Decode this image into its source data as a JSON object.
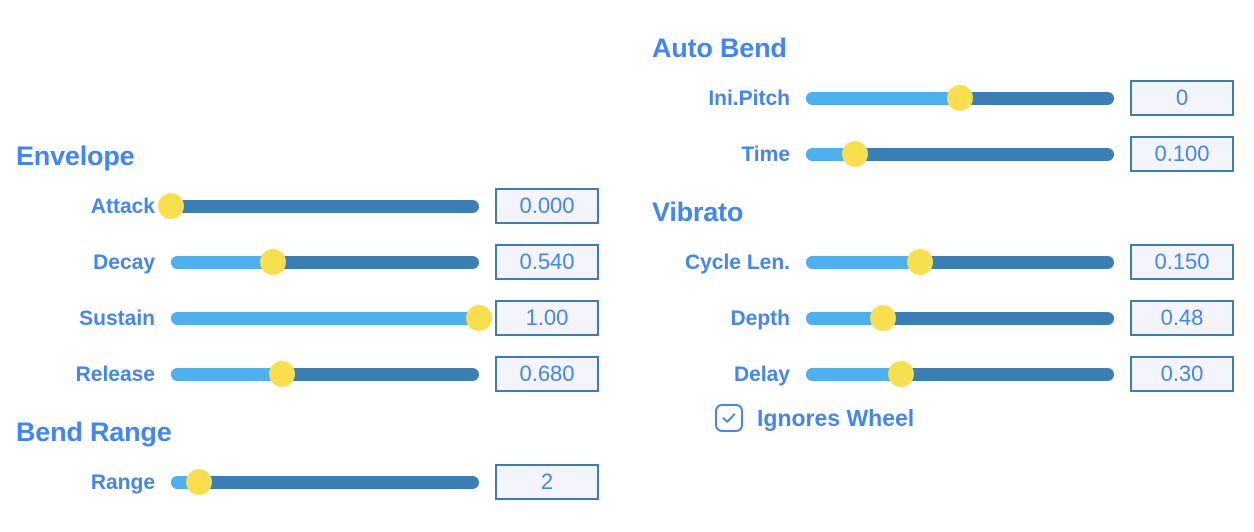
{
  "theme": {
    "accent_blue": "#4285f4",
    "track_dark": "#3b7eb5",
    "track_fill": "#4fb0f0",
    "knob_yellow": "#f7df4e",
    "value_box_bg": "#f4f5fc",
    "background": "#ffffff"
  },
  "left": {
    "sections": [
      {
        "heading": "Envelope",
        "params": [
          {
            "label": "Attack",
            "value": "0.000",
            "percent": 0
          },
          {
            "label": "Decay",
            "value": "0.540",
            "percent": 33
          },
          {
            "label": "Sustain",
            "value": "1.00",
            "percent": 100
          },
          {
            "label": "Release",
            "value": "0.680",
            "percent": 36
          }
        ]
      },
      {
        "heading": "Bend Range",
        "params": [
          {
            "label": "Range",
            "value": "2",
            "percent": 9
          }
        ]
      }
    ]
  },
  "right": {
    "sections": [
      {
        "heading": "Auto Bend",
        "params": [
          {
            "label": "Ini.Pitch",
            "value": "0",
            "percent": 50
          },
          {
            "label": "Time",
            "value": "0.100",
            "percent": 16
          }
        ]
      },
      {
        "heading": "Vibrato",
        "params": [
          {
            "label": "Cycle Len.",
            "value": "0.150",
            "percent": 37
          },
          {
            "label": "Depth",
            "value": "0.48",
            "percent": 25
          },
          {
            "label": "Delay",
            "value": "0.30",
            "percent": 31
          }
        ]
      }
    ],
    "checkbox": {
      "label": "Ignores Wheel",
      "checked": true,
      "icon": "check-icon"
    }
  }
}
